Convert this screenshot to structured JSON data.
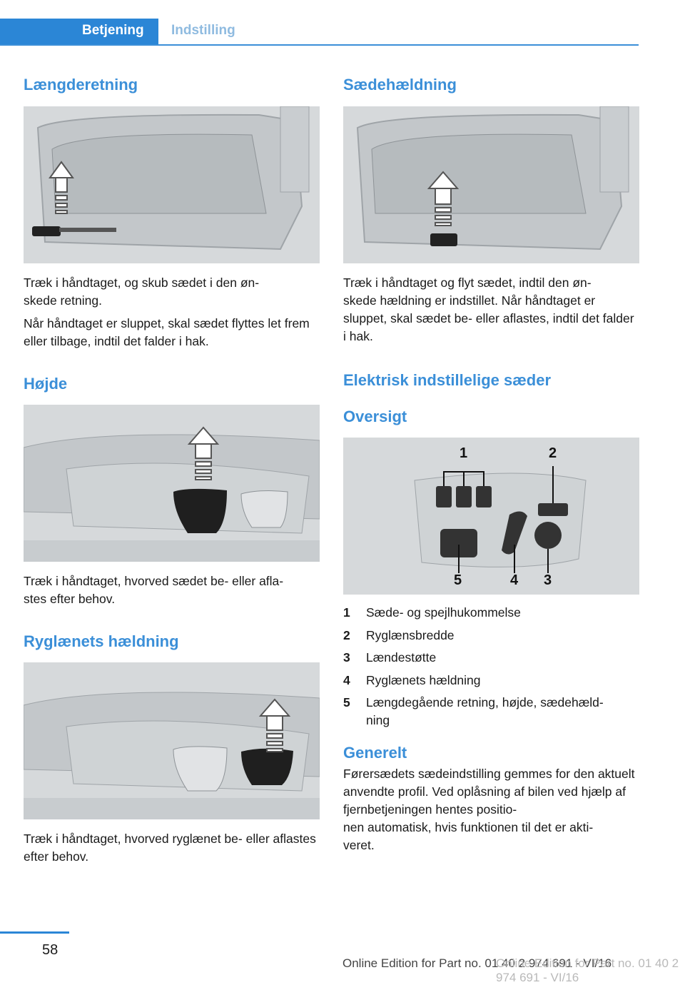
{
  "header": {
    "tab_active": "Betjening",
    "tab_inactive": "Indstilling"
  },
  "left": {
    "s1": {
      "title": "Længderetning",
      "p1": "Træk i håndtaget, og skub sædet i den øn-\nskede retning.",
      "p2": "Når håndtaget er sluppet, skal sædet flyttes let frem eller tilbage, indtil det falder i hak."
    },
    "s2": {
      "title": "Højde",
      "p1": "Træk i håndtaget, hvorved sædet be- eller afla-\nstes efter behov."
    },
    "s3": {
      "title": "Ryglænets hældning",
      "p1": "Træk i håndtaget, hvorved ryglænet be- eller aflastes efter behov."
    }
  },
  "right": {
    "s1": {
      "title": "Sædehældning",
      "p1": "Træk i håndtaget og flyt sædet, indtil den øn-\nskede hældning er indstillet. Når håndtaget er sluppet, skal sædet be- eller aflastes, indtil det falder i hak."
    },
    "s2": {
      "title": "Elektrisk indstillelige sæder"
    },
    "s3": {
      "title": "Oversigt"
    },
    "callouts": [
      "1",
      "2",
      "3",
      "4",
      "5"
    ],
    "legend": [
      {
        "num": "1",
        "text": "Sæde- og spejlhukommelse"
      },
      {
        "num": "2",
        "text": "Ryglænsbredde"
      },
      {
        "num": "3",
        "text": "Lændestøtte"
      },
      {
        "num": "4",
        "text": "Ryglænets hældning"
      },
      {
        "num": "5",
        "text": "Længdegående retning, højde, sædehæld-\nning"
      }
    ],
    "s4": {
      "title": "Generelt",
      "p1": "Førersædets sædeindstilling gemmes for den aktuelt anvendte profil. Ved oplåsning af bilen ved hjælp af fjernbetjeningen hentes positio-\nnen automatisk, hvis funktionen til det er akti-\nveret."
    }
  },
  "footer": {
    "page": "58",
    "edition": "Online Edition for Part no. 01 40 2 974 691 - VI/16",
    "watermark": "Online Edition for Part no. 01 40 2 974 691 - VI/16"
  }
}
